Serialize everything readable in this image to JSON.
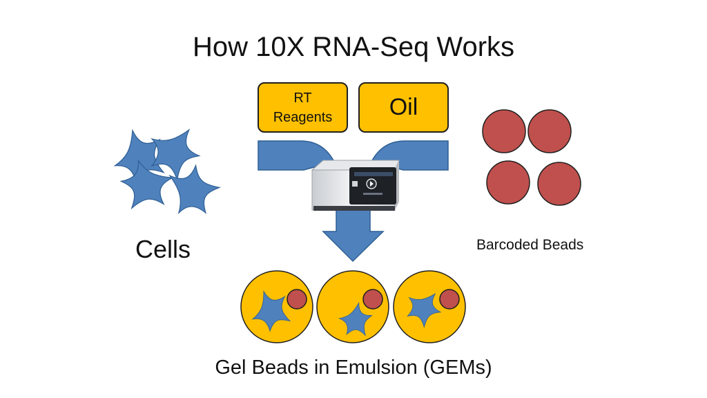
{
  "title": "How 10X RNA-Seq Works",
  "inputs": {
    "rt_reagents": [
      "RT",
      "Reagents"
    ],
    "oil": "Oil"
  },
  "labels": {
    "cells": "Cells",
    "barcoded_beads": "Barcoded Beads",
    "gems": "Gel Beads in Emulsion (GEMs)"
  },
  "colors": {
    "gold": "#FFC000",
    "cell_blue": "#4F81BD",
    "bead_red": "#C0504D",
    "outline": "#1f1f1f"
  }
}
